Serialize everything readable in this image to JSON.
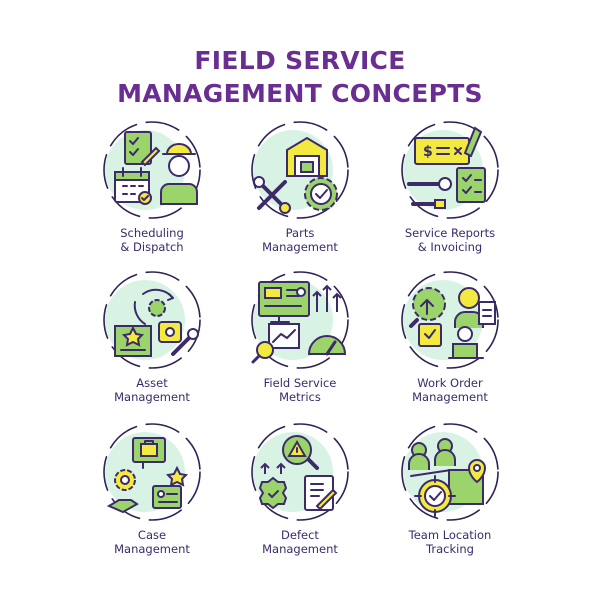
{
  "title": {
    "line1": "FIELD SERVICE",
    "line2": "MANAGEMENT CONCEPTS"
  },
  "colors": {
    "stroke": "#3c2a6b",
    "accent_green": "#9bd46b",
    "accent_yellow": "#f2ea3e",
    "circle_fill": "#d8f3e4",
    "dashed_ring": "#2e2255",
    "title": "#6a2d91",
    "label": "#3c2a6b"
  },
  "concepts": [
    {
      "icon": "scheduling-dispatch-icon",
      "lines": [
        "Scheduling",
        "& Dispatch"
      ]
    },
    {
      "icon": "parts-management-icon",
      "lines": [
        "Parts",
        "Management"
      ]
    },
    {
      "icon": "service-reports-invoicing-icon",
      "lines": [
        "Service Reports",
        "& Invoicing"
      ]
    },
    {
      "icon": "asset-management-icon",
      "lines": [
        "Asset",
        "Management"
      ]
    },
    {
      "icon": "field-service-metrics-icon",
      "lines": [
        "Field Service",
        "Metrics"
      ]
    },
    {
      "icon": "work-order-management-icon",
      "lines": [
        "Work Order",
        "Management"
      ]
    },
    {
      "icon": "case-management-icon",
      "lines": [
        "Case",
        "Management"
      ]
    },
    {
      "icon": "defect-management-icon",
      "lines": [
        "Defect",
        "Management"
      ]
    },
    {
      "icon": "team-location-tracking-icon",
      "lines": [
        "Team Location",
        "Tracking"
      ]
    }
  ]
}
